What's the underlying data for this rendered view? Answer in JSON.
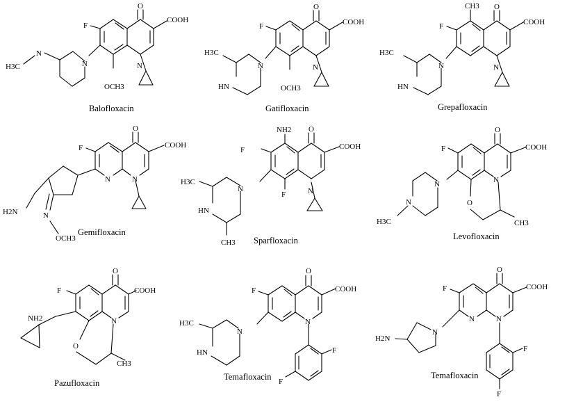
{
  "molecules": [
    {
      "name": "Balofloxacin",
      "labels": {
        "f": "F",
        "o": "O",
        "cooh": "COOH",
        "me": "H3C",
        "mn": "N",
        "n1": "N",
        "n2": "N",
        "ome": "OCH3"
      }
    },
    {
      "name": "Gatifloxacin",
      "labels": {
        "f": "F",
        "o": "O",
        "cooh": "COOH",
        "me": "H3C",
        "nh": "HN",
        "n1": "N",
        "n2": "N",
        "ome": "OCH3"
      }
    },
    {
      "name": "Grepafloxacin",
      "labels": {
        "f": "F",
        "o": "O",
        "cooh": "COOH",
        "me": "CH3",
        "me2": "H3C",
        "nh": "HN",
        "n1": "N",
        "n2": "N"
      }
    },
    {
      "name": "Gemifloxacin",
      "labels": {
        "f": "F",
        "o": "O",
        "cooh": "COOH",
        "n8": "N",
        "n1": "N",
        "nh2": "H2N",
        "noxime": "N",
        "ome": "OCH3"
      }
    },
    {
      "name": "Sparfloxacin",
      "labels": {
        "f": "F",
        "f2": "F",
        "o": "O",
        "cooh": "COOH",
        "nh2": "NH2",
        "n1": "N",
        "n2": "N",
        "nh": "HN",
        "me1": "H3C",
        "me2": "CH3"
      }
    },
    {
      "name": "Levofloxacin",
      "labels": {
        "f": "F",
        "o": "O",
        "cooh": "COOH",
        "n1": "N",
        "n2": "N",
        "n3": "N",
        "ox": "O",
        "me": "CH3",
        "me2": "H3C"
      }
    },
    {
      "name": "Pazufloxacin",
      "labels": {
        "f": "F",
        "o": "O",
        "cooh": "COOH",
        "n1": "N",
        "ox": "O",
        "me": "CH3",
        "nh2": "NH2"
      }
    },
    {
      "name": "Temafloxacin",
      "labels": {
        "f": "F",
        "o": "O",
        "cooh": "COOH",
        "n1": "N",
        "n2": "N",
        "nh": "HN",
        "me": "H3C",
        "fa": "F",
        "fb": "F"
      }
    },
    {
      "name": "Temafloxacin",
      "labels": {
        "f": "F",
        "o": "O",
        "cooh": "COOH",
        "n1": "N",
        "n8": "N",
        "n2": "N",
        "nh2": "H2N",
        "fa": "F",
        "fb": "F"
      }
    }
  ]
}
